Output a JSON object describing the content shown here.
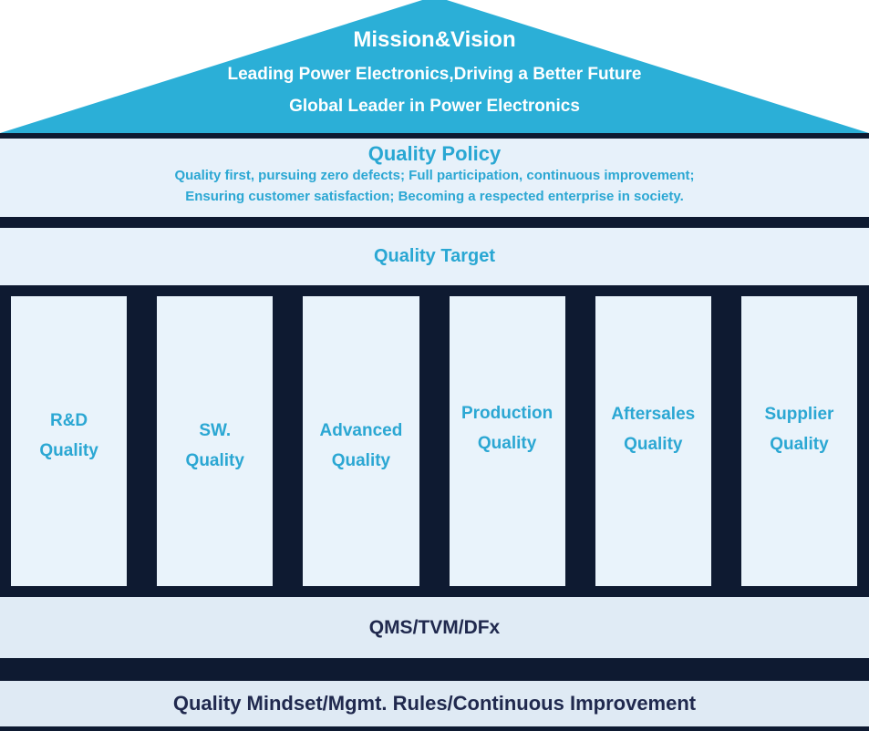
{
  "roof": {
    "title": "Mission&Vision",
    "line1": "Leading Power Electronics,Driving a Better Future",
    "line2": "Global Leader in Power Electronics"
  },
  "policy": {
    "title": "Quality Policy",
    "line1": "Quality first, pursuing zero defects; Full participation, continuous improvement;",
    "line2": "Ensuring customer satisfaction; Becoming a respected enterprise in society."
  },
  "target": {
    "title": "Quality Target"
  },
  "pillars": [
    {
      "line1": "R&D",
      "line2": "Quality"
    },
    {
      "line1": "SW.",
      "line2": "Quality"
    },
    {
      "line1": "Advanced",
      "line2": "Quality"
    },
    {
      "line1": "Production",
      "line2": "Quality"
    },
    {
      "line1": "Aftersales",
      "line2": "Quality"
    },
    {
      "line1": "Supplier",
      "line2": "Quality"
    }
  ],
  "foundation": {
    "qms": "QMS/TVM/DFx",
    "base": "Quality Mindset/Mgmt. Rules/Continuous Improvement"
  },
  "colors": {
    "roof_cyan": "#2bafd7",
    "cyan_text": "#2ba7d3",
    "light_band": "#e7f1fa",
    "dark_structure": "#0e1a31",
    "navy_text": "#20294e"
  }
}
